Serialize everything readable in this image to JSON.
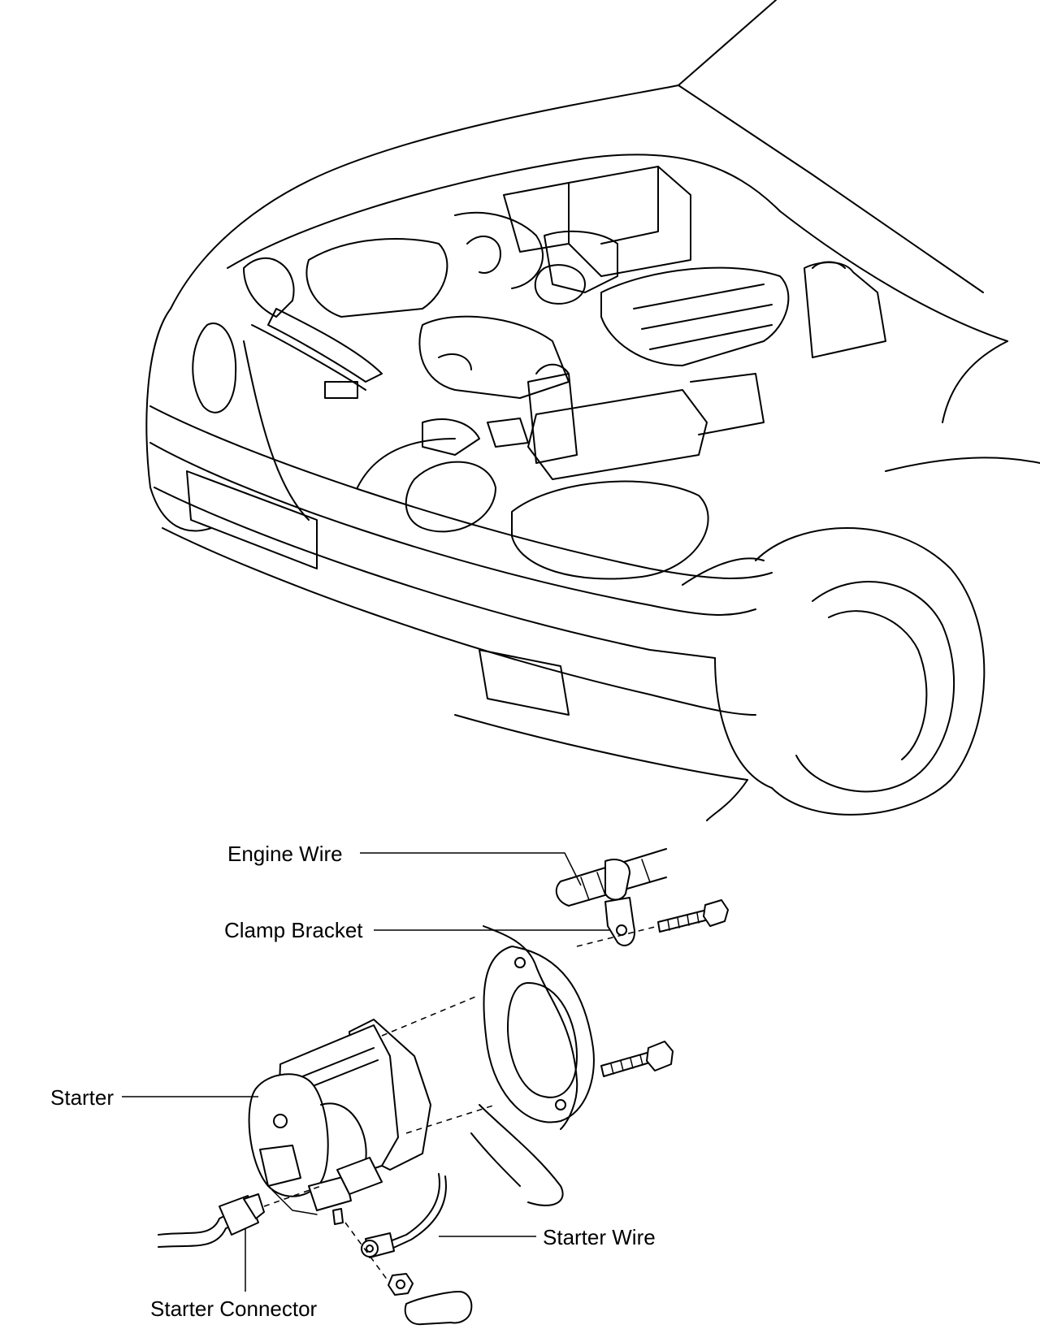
{
  "diagram": {
    "labels": {
      "engine_wire": "Engine Wire",
      "clamp_bracket": "Clamp Bracket",
      "starter": "Starter",
      "starter_wire": "Starter Wire",
      "starter_connector": "Starter Connector"
    }
  }
}
